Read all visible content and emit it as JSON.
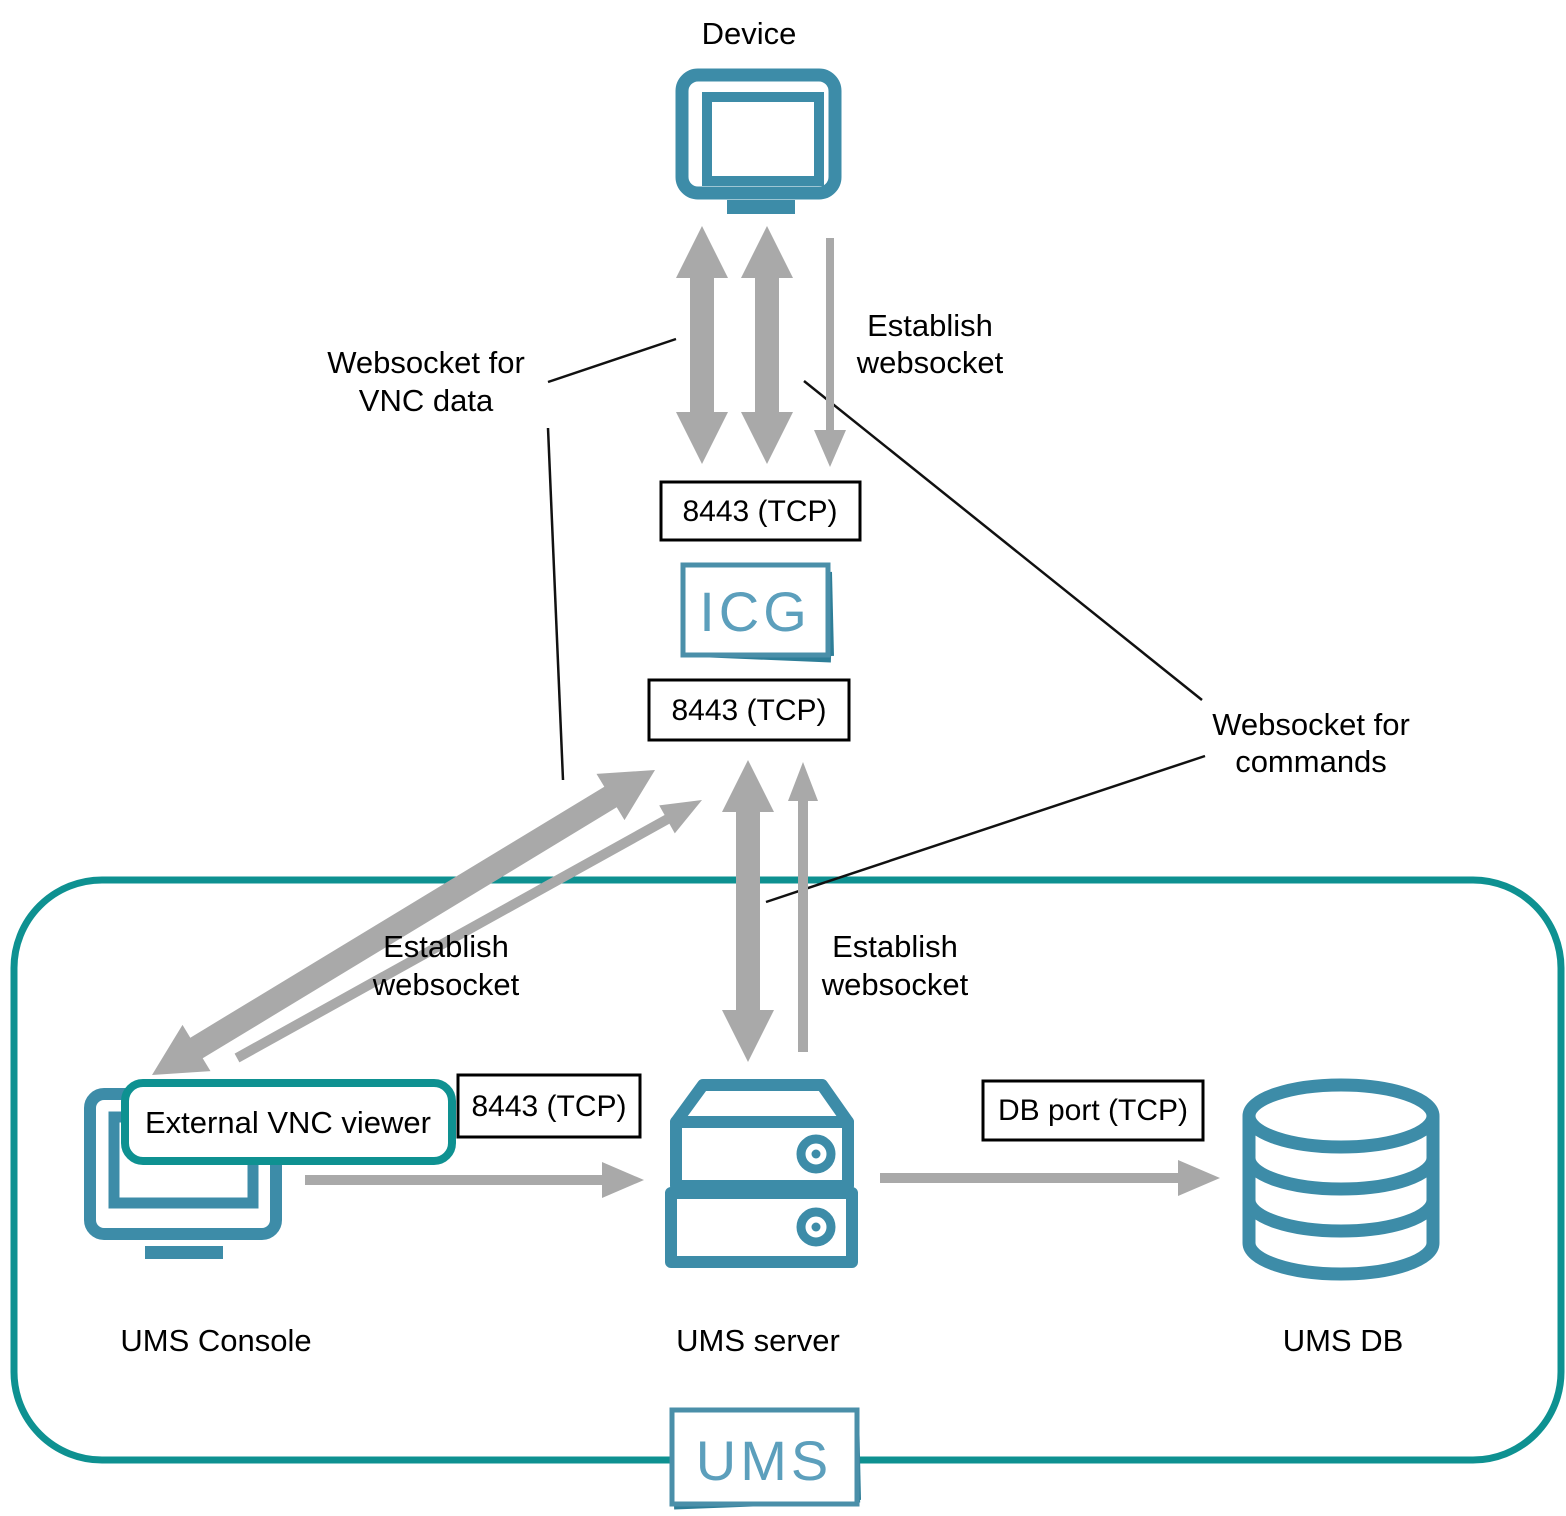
{
  "colors": {
    "group_border": "#0E9191",
    "icon_stroke": "#3D8CA8",
    "logo_stroke": "#4A8FA9",
    "logo_shadow": "#2E7E98",
    "logo_text": "#5C9FBC",
    "arrow_gray": "#A9A9A9",
    "callout_black": "#111111"
  },
  "nodes": {
    "device": {
      "label": "Device"
    },
    "icg": {
      "logo": "ICG"
    },
    "ums_console": {
      "label": "UMS Console"
    },
    "ums_server": {
      "label": "UMS server"
    },
    "ums_db": {
      "label": "UMS DB"
    },
    "ums_group": {
      "logo": "UMS"
    },
    "external_vnc_viewer": {
      "label": "External VNC viewer"
    }
  },
  "ports": {
    "device_icg": {
      "label": "8443 (TCP)"
    },
    "icg_ums": {
      "label": "8443 (TCP)"
    },
    "console_server": {
      "label": "8443 (TCP)"
    },
    "server_db": {
      "label": "DB port (TCP)"
    }
  },
  "annotations": {
    "websocket_vnc": {
      "line1": "Websocket for",
      "line2": "VNC data"
    },
    "establish_top": {
      "line1": "Establish",
      "line2": "websocket"
    },
    "establish_console": {
      "line1": "Establish",
      "line2": "websocket"
    },
    "establish_server": {
      "line1": "Establish",
      "line2": "websocket"
    },
    "websocket_commands": {
      "line1": "Websocket for",
      "line2": "commands"
    }
  }
}
